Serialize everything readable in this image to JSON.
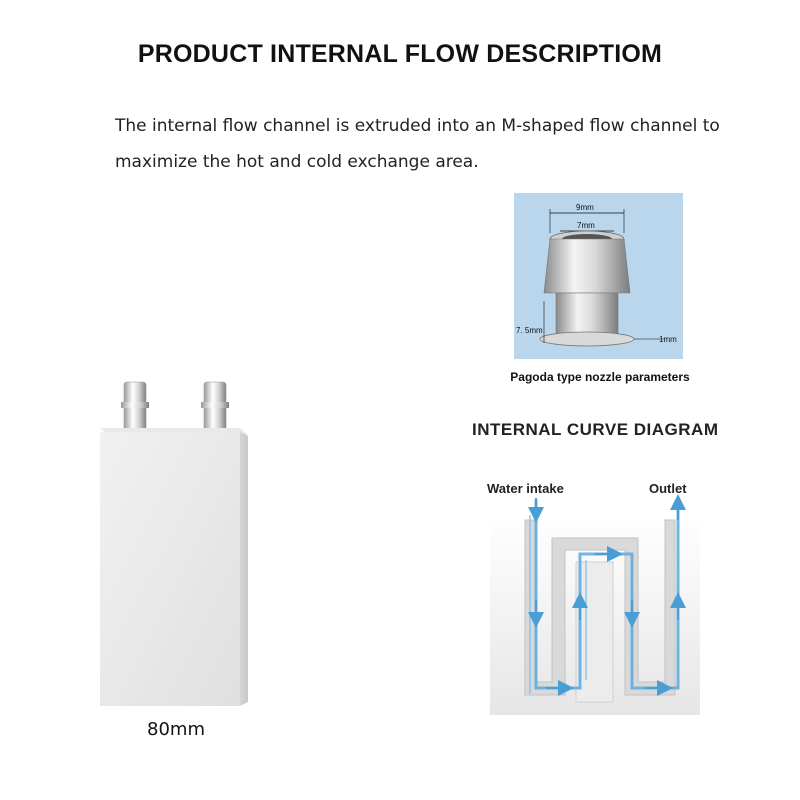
{
  "header": {
    "title": "PRODUCT INTERNAL FLOW DESCRIPTIOM"
  },
  "description": {
    "line1": "The internal flow channel is extruded into an M-shaped flow channel to",
    "line2": "maximize the hot and cold exchange area."
  },
  "nozzle": {
    "caption": "Pagoda type nozzle parameters",
    "dim_outer": "9mm",
    "dim_inner": "7mm",
    "dim_height": "7. 5mm",
    "dim_flange": "1mm"
  },
  "curve_diagram": {
    "title": "INTERNAL CURVE DIAGRAM",
    "intake_label": "Water intake",
    "outlet_label": "Outlet",
    "channel_color": "#5aa9dc"
  },
  "block": {
    "size_label": "80mm"
  }
}
